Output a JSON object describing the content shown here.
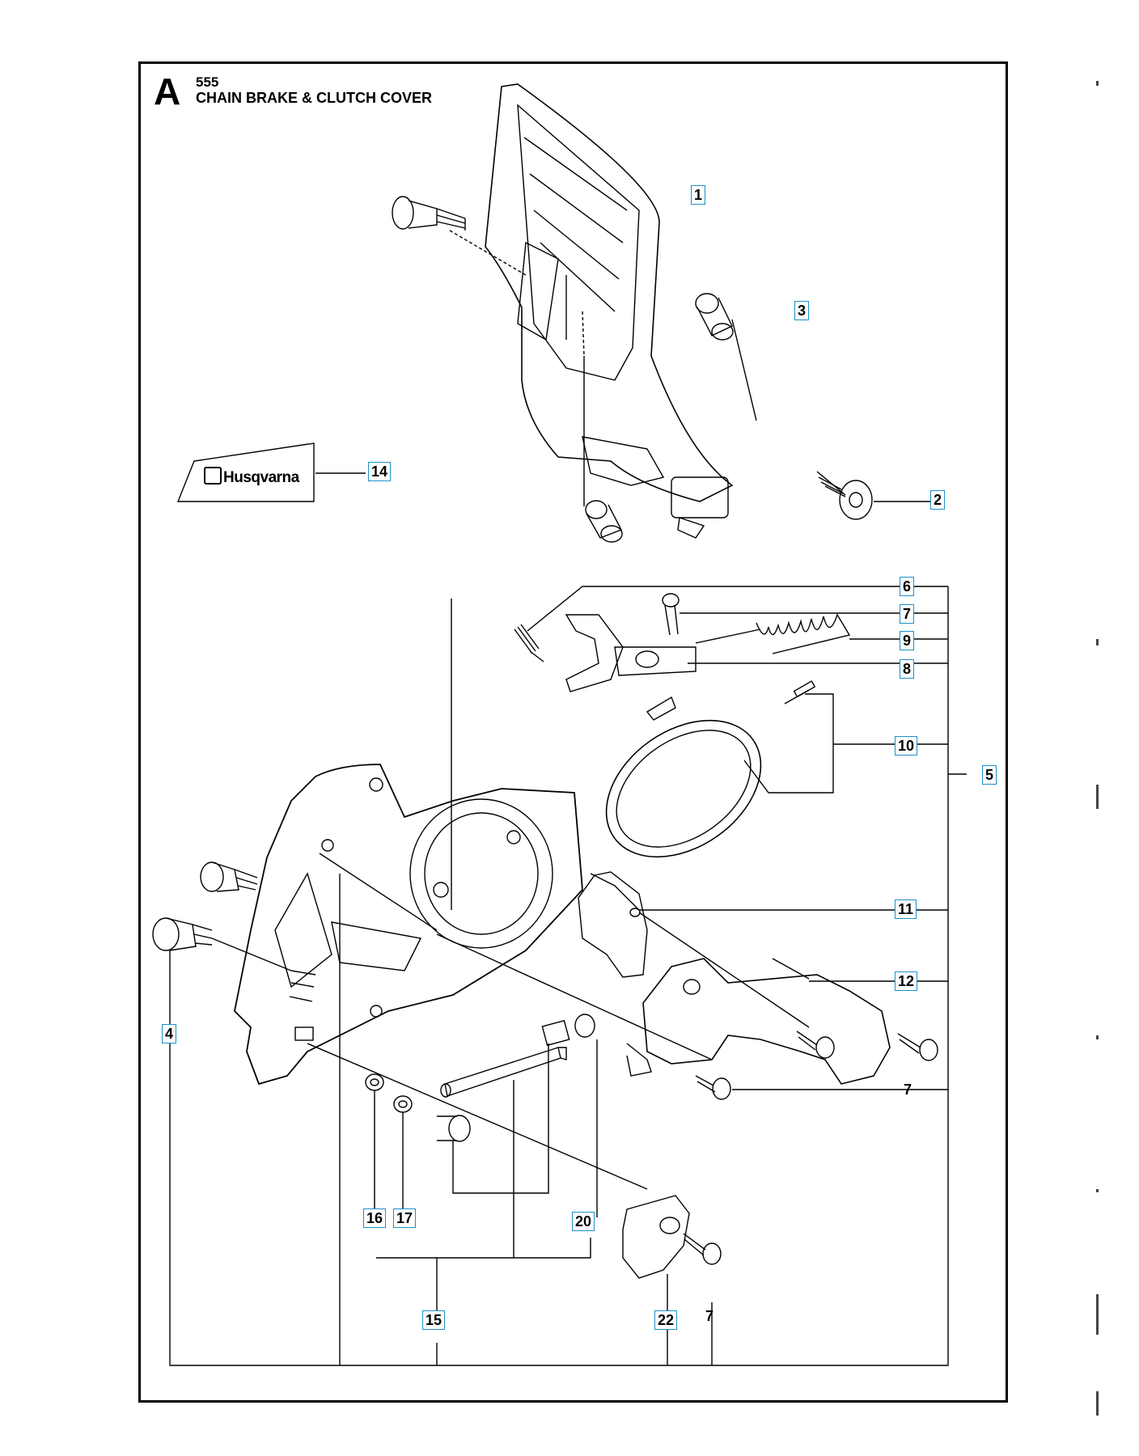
{
  "header": {
    "section_letter": "A",
    "model": "555",
    "title": "CHAIN BRAKE & CLUTCH COVER"
  },
  "logo": {
    "text": "Husqvarna"
  },
  "callouts": [
    {
      "id": "1",
      "boxed": true
    },
    {
      "id": "2",
      "boxed": true
    },
    {
      "id": "3",
      "boxed": true
    },
    {
      "id": "4",
      "boxed": true
    },
    {
      "id": "5",
      "boxed": true
    },
    {
      "id": "6",
      "boxed": true
    },
    {
      "id": "7",
      "boxed": true
    },
    {
      "id": "8",
      "boxed": true
    },
    {
      "id": "9",
      "boxed": true
    },
    {
      "id": "10",
      "boxed": true
    },
    {
      "id": "11",
      "boxed": true
    },
    {
      "id": "12",
      "boxed": true
    },
    {
      "id": "14",
      "boxed": true
    },
    {
      "id": "15",
      "boxed": true
    },
    {
      "id": "16",
      "boxed": true
    },
    {
      "id": "17",
      "boxed": true
    },
    {
      "id": "20",
      "boxed": true
    },
    {
      "id": "22",
      "boxed": true
    },
    {
      "id": "7",
      "boxed": false
    },
    {
      "id": "7",
      "boxed": false
    }
  ],
  "colors": {
    "callout_border": "#1e90c8",
    "line": "#000000"
  }
}
